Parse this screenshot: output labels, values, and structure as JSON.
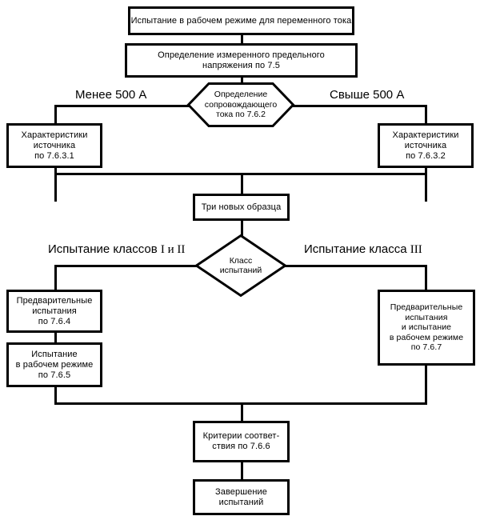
{
  "diagram": {
    "title": "Flowchart: AC operating-duty test procedure",
    "language": "ru",
    "colors": {
      "stroke": "#000000",
      "fill": "#ffffff",
      "text": "#000000"
    },
    "nodes": {
      "operating_duty_ac": {
        "label": "Испытание в рабочем режиме для переменного тока",
        "shape": "process"
      },
      "measured_limit_voltage": {
        "label": "Определение измеренного предельного\nнапряжения по 7.5",
        "shape": "process"
      },
      "follow_current": {
        "label": "Определение\nсопровождающего\nтока по 7.6.2",
        "shape": "hexagon"
      },
      "source_char_1": {
        "label": "Характеристики\nисточника\nпо 7.6.3.1",
        "shape": "process"
      },
      "source_char_2": {
        "label": "Характеристики\nисточника\nпо 7.6.3.2",
        "shape": "process"
      },
      "three_new_samples": {
        "label": "Три новых образца",
        "shape": "process"
      },
      "test_class": {
        "label": "Класс\nиспытаний",
        "shape": "diamond"
      },
      "prelim_tests": {
        "label": "Предварительные\nиспытания\nпо 7.6.4",
        "shape": "process"
      },
      "operating_duty_765": {
        "label": "Испытание\nв рабочем режиме\nпо 7.6.5",
        "shape": "process"
      },
      "prelim_and_operating_767": {
        "label": "Предварительные\nиспытания\nи испытание\nв рабочем режиме\nпо 7.6.7",
        "shape": "process"
      },
      "conformity_criteria": {
        "label": "Критерии соответ-\nствия по 7.6.6",
        "shape": "process"
      },
      "end_of_tests": {
        "label": "Завершение\nиспытаний",
        "shape": "process"
      }
    },
    "edge_labels": {
      "less_than_500a": "Менее 500 А",
      "more_than_500a": "Свыше 500 А",
      "class_1_2_prefix": "Испытание классов ",
      "class_1_2_roman": "I и II",
      "class_3_prefix": "Испытание класса ",
      "class_3_roman": "III"
    }
  }
}
